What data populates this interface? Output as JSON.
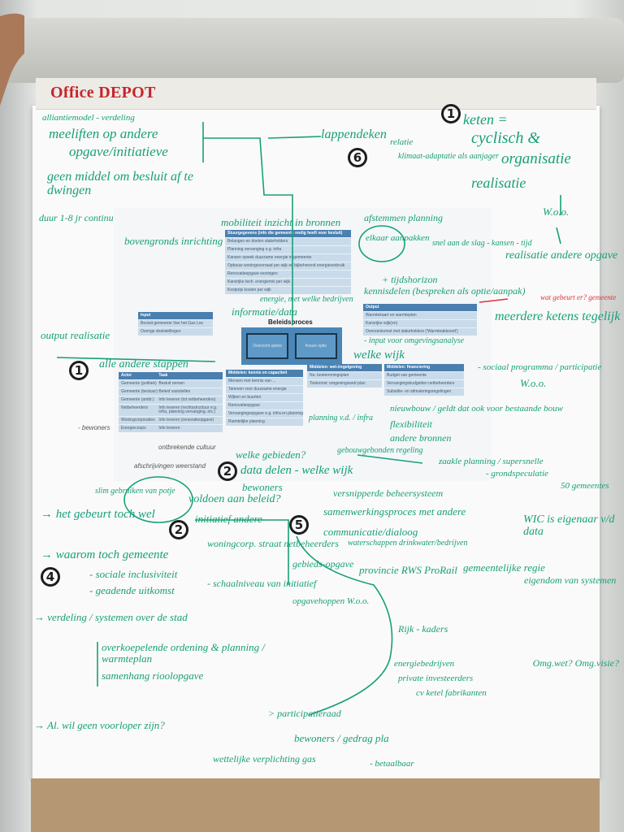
{
  "brand": "Office DEPOT",
  "printed_sheet": {
    "title": "Beleidsproces",
    "process_steps": [
      "Overzicht opties",
      "Keuze optie"
    ],
    "stuurgegevens": {
      "header": "Stuurgegevens (info die gemeente nodig heeft voor besluit)",
      "rows": [
        "Belangen en doelen stakeholders",
        "Planning vervanging e.g. infra",
        "Kansen opwek duurzame energie in gemeente",
        "Opbouw woningvoorraad per wijk en bijbehorend energieverbruik",
        "Renovatieopgave woningen",
        "Kansrijke tech. energiemix per wijk",
        "Kostprijs kosten per wijk"
      ]
    },
    "input": {
      "header": "Input",
      "rows": [
        "Besluit gemeente Van het Gas Los",
        "Overige doelstellingen"
      ]
    },
    "output": {
      "header": "Output",
      "rows": [
        "Warmtekaart en warmteplan",
        "Kansrijke wijk(en)",
        "Overeenkomst met stakeholders ('Warmteakkoord')"
      ]
    },
    "actors": {
      "headers": [
        "Actor",
        "Taak"
      ],
      "rows": [
        [
          "Gemeente (politiek)",
          "Besluit nemen"
        ],
        [
          "Gemeente (bestuur)",
          "Beleid vaststellen"
        ],
        [
          "Gemeente (ambt.)",
          "Info leveren (tot netbeheerders)"
        ],
        [
          "Netbeheerders",
          "Info leveren (rechtsstructuur e.g. infra, planning vervanging, etc.)"
        ],
        [
          "Woningcorporaties",
          "Info leveren (renovatieopgave)"
        ],
        [
          "Energiecoops",
          "Info leveren"
        ]
      ]
    },
    "kennis": {
      "header": "Middelen: kennis en capaciteit",
      "rows": [
        "Mensen met kennis van ...",
        "Tarieven voor duurzame energie",
        "Wijken en buurten",
        "Renovatieopgave",
        "Vervangingsopgave e.g. infra en planning",
        "Ruimtelijke planning"
      ]
    },
    "wet": {
      "header": "Middelen: wet-/regelgeving",
      "rows": [
        "Nu: bestemmingsplan",
        "Toekomst: omgevingswet/-plan"
      ]
    },
    "financiering": {
      "header": "Middelen: financiering",
      "rows": [
        "Budget van gemeente",
        "Vervangingsbudgetten netbeheerders",
        "Subsidie- en stimuleringsregelingen"
      ]
    }
  },
  "circled_numbers": [
    "1",
    "6",
    "1",
    "2",
    "2",
    "5",
    "4"
  ],
  "notes": [
    "alliantiemodel - verdeling",
    "meeliften op andere",
    "opgave/initiatieve",
    "geen middel om besluit af te dwingen",
    "lappendeken",
    "relatie",
    "klimaat-adaptatie als aanjager",
    "keten =",
    "cyclisch &",
    "organisatie",
    "realisatie",
    "W.o.o.",
    "duur 1-8 jr continu",
    "bovengronds inrichting",
    "mobiliteit inzicht in bronnen",
    "afstemmen planning",
    "elkaar aanpakken",
    "+ tijdshorizon",
    "kennisdelen (bespreken als optie/aanpak)",
    "realisatie andere opgave",
    "wat gebeurt er? gemeente",
    "meerdere ketens tegelijk",
    "W.o.o.",
    "output realisatie",
    "alle andere stappen",
    "informatie/data",
    "welke wijk",
    "- sociaal programma / participatie",
    "- input voor omgevingsanalyse",
    "nieuwbouw / geldt dat ook voor bestaande bouw",
    "flexibiliteit",
    "andere bronnen",
    "gebouwgebonden regeling",
    "zaakle planning / supersnelle",
    "- grondspeculatie",
    "welke gebieden?",
    "data delen - welke wijk",
    "bewoners",
    "versnipperde beheersysteem",
    "50 gemeentes",
    "voldoen aan beleid?",
    "samenwerkingsproces met andere",
    "communicatie/dialoog",
    "WIC is eigenaar v/d data",
    "slim gebruiken van potje",
    "initiatief andere",
    "→ het gebeurt toch wel",
    "→ waarom toch gemeente",
    "- sociale inclusiviteit",
    "- geadende uitkomst",
    "woningcorp. straat netbeheerders",
    "- schaalniveau van initiatief",
    "waterschappen drinkwater/bedrijven",
    "gebieds-opgave",
    "opgavehoppen W.o.o.",
    "provincie RWS ProRail",
    "gemeentelijke regie",
    "eigendom van systemen",
    "→ verdeling / systemen over de stad",
    "overkoepelende ordening & planning / warmteplan",
    "samenhang rioolopgave",
    "Rijk - kaders",
    "energiebedrijven",
    "private investeerders",
    "cv ketel fabrikanten",
    "Omg.wet? Omg.visie?",
    "→ Al. wil geen voorloper zijn?",
    "> participatieraad",
    "bewoners / gedrag pla",
    "wettelijke verplichting gas",
    "- betaalbaar",
    "snel aan de slag - kansen - tijd",
    "energie, met welke bedrijven",
    "- bewoners",
    "ontbrekende cultuur",
    "afschrijvingen weerstand",
    "planning v.d. / infra"
  ],
  "colors": {
    "marker_green": "#16a078",
    "marker_red": "#e0303a",
    "brand_red": "#c8242b",
    "print_blue": "#4a7fae"
  }
}
